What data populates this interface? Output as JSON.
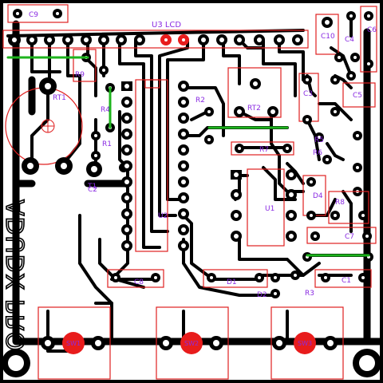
{
  "board": {
    "brand_text": "ADUDX PRO",
    "header_label": "U3 LCD",
    "labels": {
      "c9": "C9",
      "c10": "C10",
      "c4": "C4",
      "c6": "C6",
      "c5": "C5",
      "r9": "R9",
      "rt1": "RT1",
      "r4": "R4",
      "r1": "R1",
      "t1": "T1",
      "r2": "R2",
      "u2": "U2",
      "rt2": "RT2",
      "r7": "R7",
      "r5": "R5",
      "r6": "R6",
      "c3": "C3",
      "d4": "D4",
      "r8": "R8",
      "c7": "C7",
      "u1": "U1",
      "c8": "C8",
      "d1": "D1",
      "d2": "D2",
      "r3": "R3",
      "c1": "C1",
      "c2": "C2"
    },
    "buttons": [
      "SW1",
      "SW2",
      "SW3"
    ]
  }
}
